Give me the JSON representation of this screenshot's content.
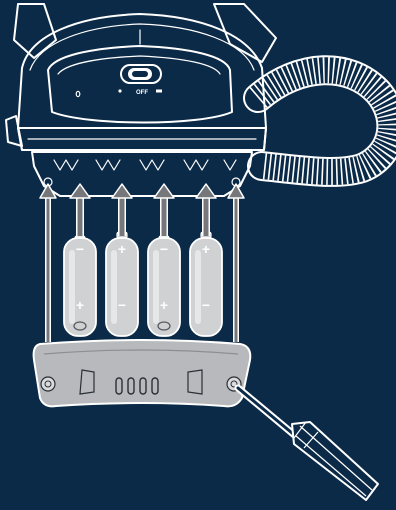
{
  "switch_label": "OFF",
  "batteries": [
    {
      "top": "−",
      "bottom": "+"
    },
    {
      "top": "+",
      "bottom": "−"
    },
    {
      "top": "−",
      "bottom": "+"
    },
    {
      "top": "+",
      "bottom": "−"
    }
  ],
  "colors": {
    "background": "#0b2a47",
    "battery": "#cfd1d3",
    "cover": "#b7b9bc",
    "arrow": "#75777a",
    "outline": "#ffffff"
  },
  "icons": [
    "headlamp-housing",
    "power-switch",
    "battery",
    "arrow-up",
    "screw",
    "screwdriver",
    "cable"
  ]
}
